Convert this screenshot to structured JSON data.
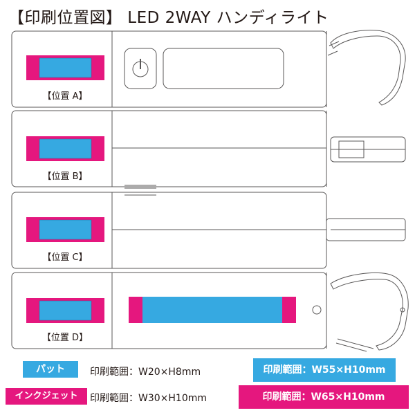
{
  "title": "【印刷位置図】 LED 2WAY ハンディライト",
  "positions": [
    "【位置 A】",
    "【位置 B】",
    "【位置 C】",
    "【位置 D】"
  ],
  "legend": {
    "pad_label": "パット",
    "pad_range": "印刷範囲：W20×H8mm",
    "inkjet_label": "インクジェット",
    "inkjet_range": "印刷範囲：W30×H10mm",
    "pad_wide_range": "印刷範囲：W55×H10mm",
    "inkjet_wide_range": "印刷範囲：W65×H10mm"
  },
  "colors": {
    "pad": "#36a9e1",
    "inkjet": "#e5177e",
    "outline": "#595757"
  }
}
